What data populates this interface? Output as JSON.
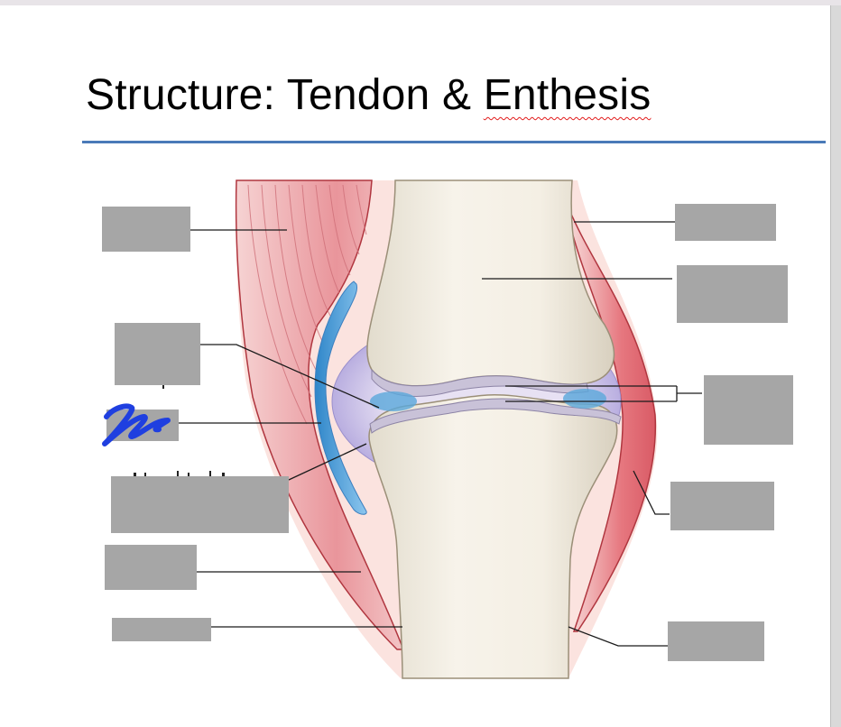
{
  "slide": {
    "title_main": "Structure: Tendon & ",
    "title_flagged": "Enthesis"
  },
  "colors": {
    "title_rule": "#4a7ab8",
    "label_box": "#a6a6a6",
    "leader_line": "#1a1a1a",
    "ink_annotation": "#1f3fe0",
    "muscle": "#e57f88",
    "bone": "#f1ece1",
    "cartilage": "#5aa8db",
    "synovial": "#c9bfe6"
  },
  "annotations": {
    "ink_stroke": "handwritten blue scribble"
  }
}
